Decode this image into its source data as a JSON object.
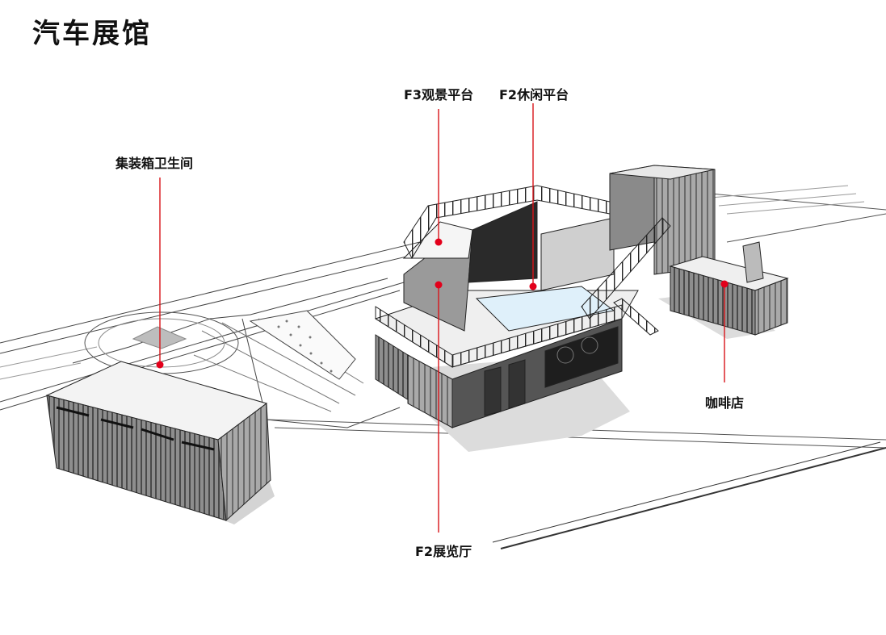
{
  "title": "汽车展馆",
  "callouts": {
    "f3_platform": "F3观景平台",
    "f2_platform": "F2休闲平台",
    "toilet": "集装箱卫生间",
    "cafe": "咖啡店",
    "f2_hall": "F2展览厅"
  },
  "colors": {
    "leader_line": "#d9141a",
    "marker": "#e3001b",
    "linework": "#333333"
  }
}
